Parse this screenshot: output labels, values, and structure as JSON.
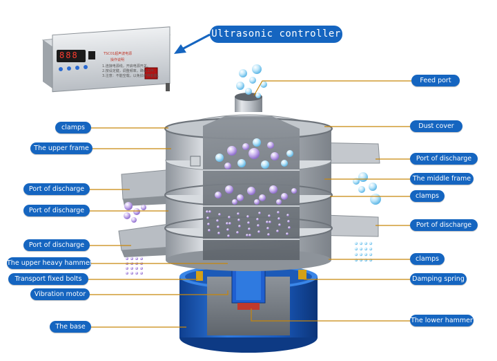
{
  "title": "Ultrasonic controller",
  "controller": {
    "display": "888",
    "model": "TSC01超声波电源",
    "subtitle": "操作说明",
    "note1": "1.连接电源线，开启电源开关。",
    "note2": "2.按设定键，调整频率，确认工作。",
    "note3": "3.注意：不能空载，以免损坏换能器。"
  },
  "labels": {
    "feed_port": "Feed port",
    "dust_cover": "Dust cover",
    "clamps_top": "clamps",
    "upper_frame": "The upper frame",
    "port_discharge_r1": "Port of discharge",
    "middle_frame": "The middle frame",
    "port_discharge_l1": "Port of discharge",
    "clamps_r1": "clamps",
    "port_discharge_l2": "Port of discharge",
    "port_discharge_r2": "Port of discharge",
    "port_discharge_l3": "Port of discharge",
    "clamps_r2": "clamps",
    "upper_heavy_hammer": "The upper heavy hammer",
    "transport_bolts": "Transport fixed bolts",
    "damping_spring": "Damping spring",
    "vibration_motor": "Vibration motor",
    "lower_hammer": "The lower hammer",
    "base": "The base"
  },
  "colors": {
    "label_bg": "#1565c0",
    "leader": "#c8860a",
    "base_blue": "#1e63c8",
    "steel": "#c9cdd2",
    "interior": "#7a7f87",
    "particle": "#a58ad8"
  }
}
